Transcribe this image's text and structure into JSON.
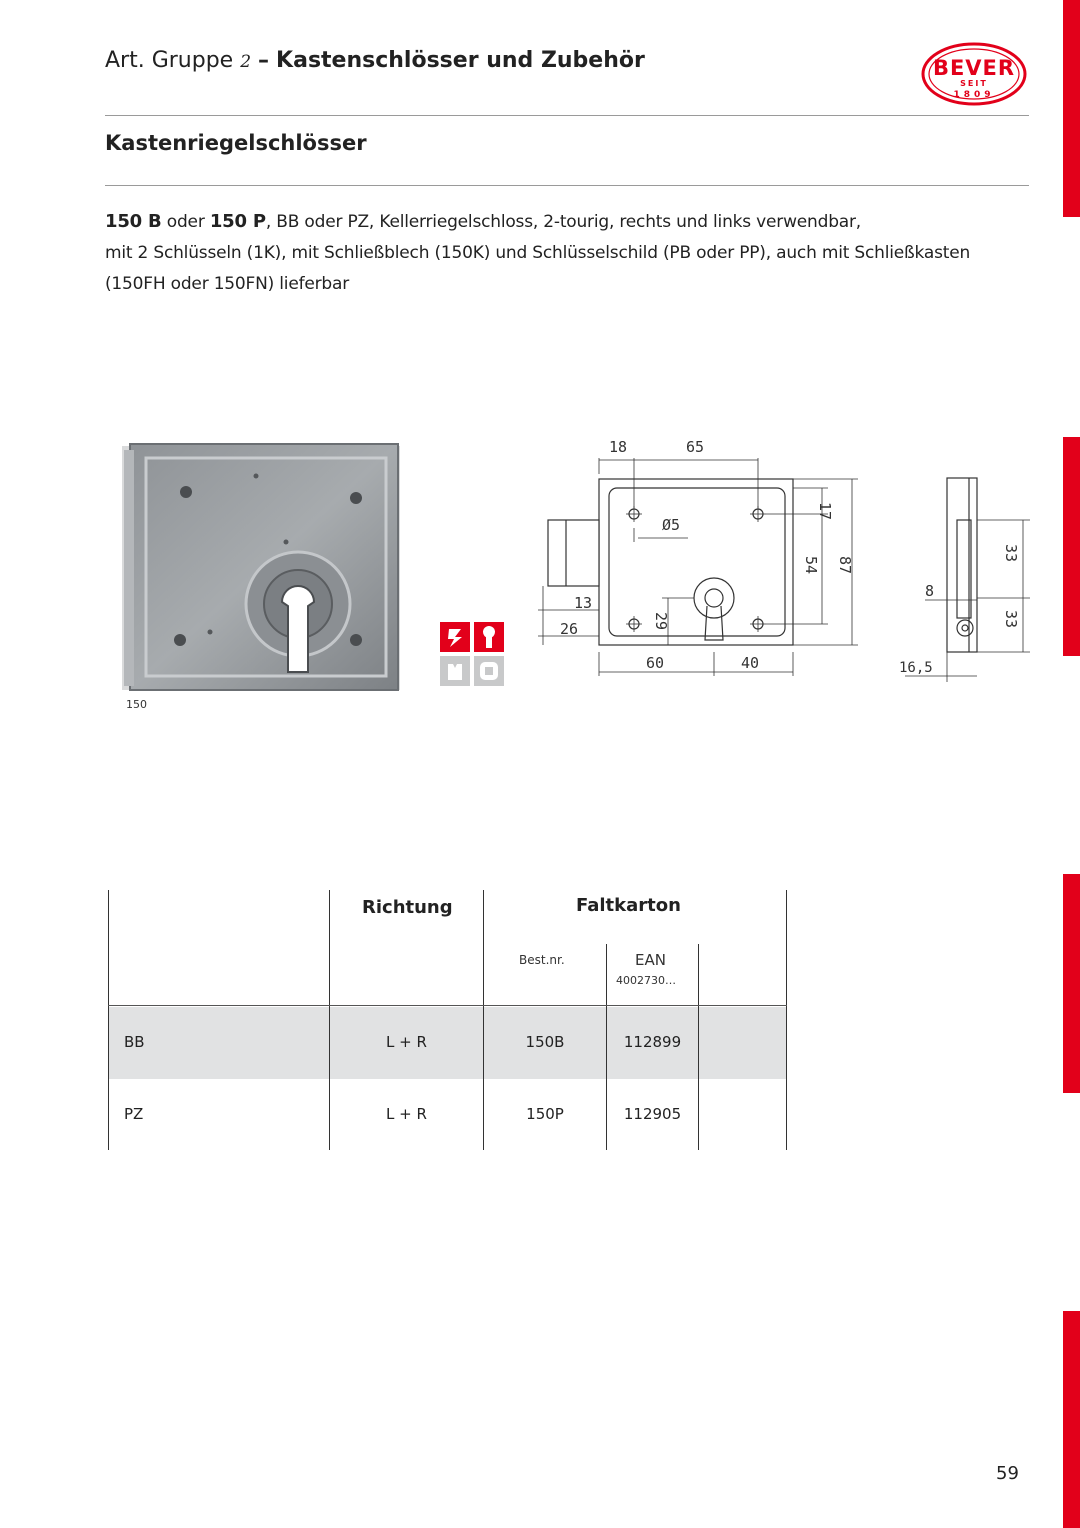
{
  "header": {
    "prefix": "Art. Gruppe",
    "group_number": "2",
    "separator": "–",
    "title": "Kastenschlösser und Zubehör"
  },
  "logo": {
    "brand": "BEVER",
    "seit": "SEIT",
    "year": "1809",
    "color": "#e2001a"
  },
  "section": {
    "title": "Kastenriegelschlösser"
  },
  "description": {
    "model_a": "150 B",
    "oder_1": " oder ",
    "model_b": "150 P",
    "line1_rest": ", BB oder PZ, Kellerriegelschloss, 2-tourig, rechts und links verwendbar,",
    "line2": "mit 2 Schlüsseln (1K), mit Schließblech (150K) und Schlüsselschild (PB oder PP), auch mit Schließkasten",
    "line3": "(150FH oder 150FN) lieferbar"
  },
  "product_photo": {
    "caption": "150"
  },
  "drawing": {
    "dim_18": "18",
    "dim_65": "65",
    "dim_17": "17",
    "dim_d5": "Ø5",
    "dim_54": "54",
    "dim_87": "87",
    "dim_13": "13",
    "dim_26": "26",
    "dim_29": "29",
    "dim_60": "60",
    "dim_40": "40",
    "dim_33a": "33",
    "dim_33b": "33",
    "dim_8": "8",
    "dim_16_5": "16,5"
  },
  "table": {
    "col_richtung": "Richtung",
    "col_faltkarton": "Faltkarton",
    "sub_bestnr": "Best.nr.",
    "sub_ean": "EAN",
    "sub_ean_prefix": "4002730…",
    "rows": [
      {
        "type": "BB",
        "richtung": "L + R",
        "bestnr": "150B",
        "ean": "112899"
      },
      {
        "type": "PZ",
        "richtung": "L + R",
        "bestnr": "150P",
        "ean": "112905"
      }
    ]
  },
  "page_number": "59"
}
